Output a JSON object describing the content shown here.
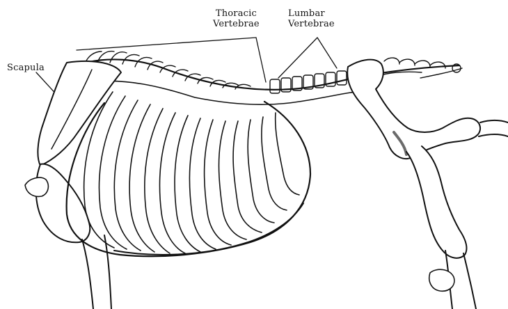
{
  "labels": {
    "scapula": "Scapula",
    "thoracic_line1": "Thoracic",
    "thoracic_line2": "Vertebrae",
    "lumbar_line1": "Lumbar",
    "lumbar_line2": "Vertebrae"
  },
  "colors": {
    "ink": "#111111",
    "bone": "#ffffff",
    "shade": "#6b6b6b",
    "background": "#ffffff"
  }
}
